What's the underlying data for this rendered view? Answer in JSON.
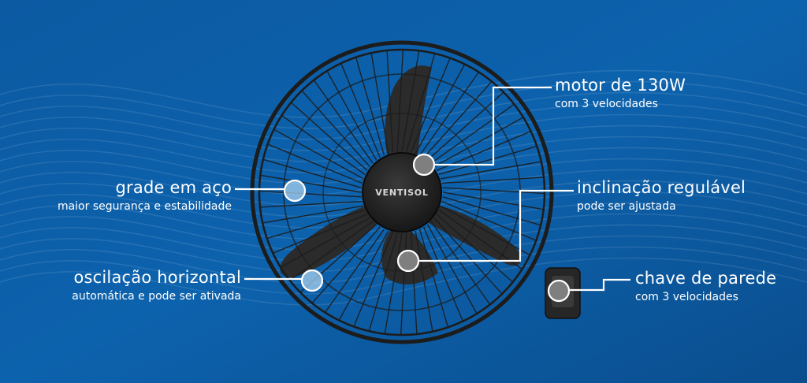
{
  "brand": "VENTISOL",
  "colors": {
    "background": "#0c5ea7",
    "background_dark": "#0a4f8e",
    "text": "#ffffff",
    "fan_body": "#2a2a2a",
    "marker_fill": "#a8d0ee"
  },
  "features": {
    "motor": {
      "title": "motor de 130W",
      "subtitle": "com 3 velocidades"
    },
    "grade": {
      "title": "grade em aço",
      "subtitle": "maior segurança e estabilidade"
    },
    "inclinacao": {
      "title": "inclinação regulável",
      "subtitle": "pode ser ajustada"
    },
    "oscilacao": {
      "title": "oscilação horizontal",
      "subtitle": "automática e pode ser ativada"
    },
    "chave": {
      "title": "chave de parede",
      "subtitle": "com 3 velocidades"
    }
  }
}
